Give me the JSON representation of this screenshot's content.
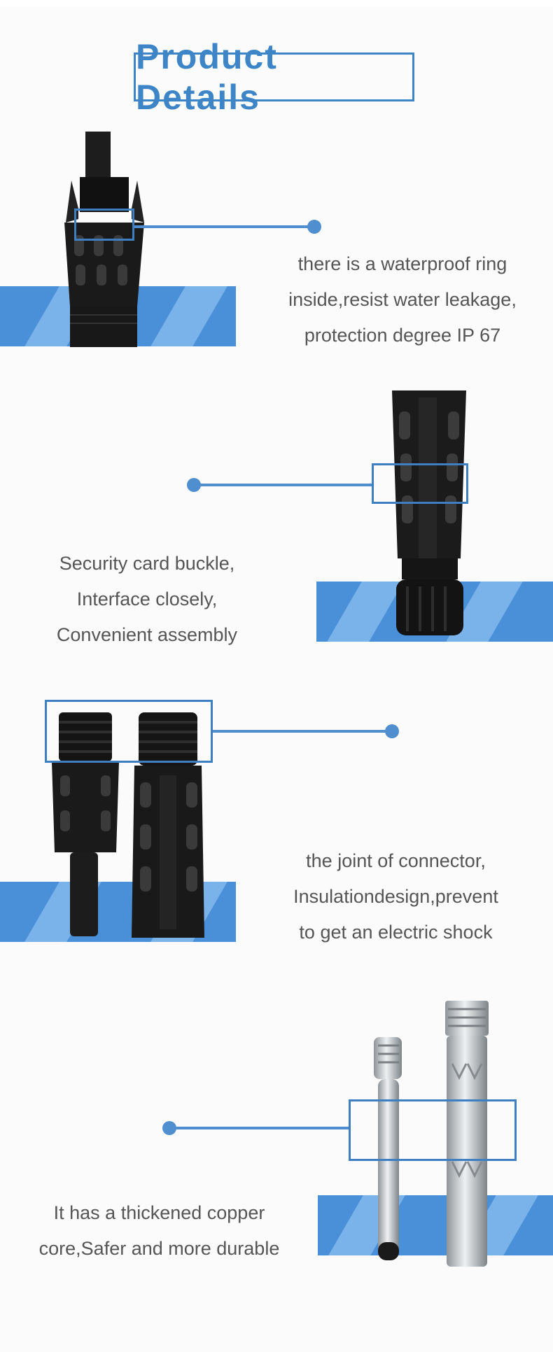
{
  "header": {
    "title": "Product Details"
  },
  "sections": [
    {
      "id": "waterproof-ring",
      "lines": [
        "there is a waterproof ring",
        "inside,resist water leakage,",
        "protection degree IP 67"
      ]
    },
    {
      "id": "card-buckle",
      "lines": [
        "Security card buckle,",
        "Interface closely,",
        "Convenient assembly"
      ]
    },
    {
      "id": "connector-joint",
      "lines": [
        "the joint of connector,",
        "Insulationdesign,prevent",
        "to get an electric shock"
      ]
    },
    {
      "id": "copper-core",
      "lines": [
        "It has a thickened copper",
        "core,Safer and more durable"
      ]
    }
  ],
  "colors": {
    "accent": "#3d85c6",
    "bar": "#4a90d9",
    "stripe": "#7ab2ea",
    "text": "#555555",
    "product": "#1a1a1a"
  },
  "icons": {
    "product1": "connector-icon",
    "product2": "connector-icon",
    "product3": "connector-pair-icon",
    "product4": "metal-pin-icon"
  }
}
